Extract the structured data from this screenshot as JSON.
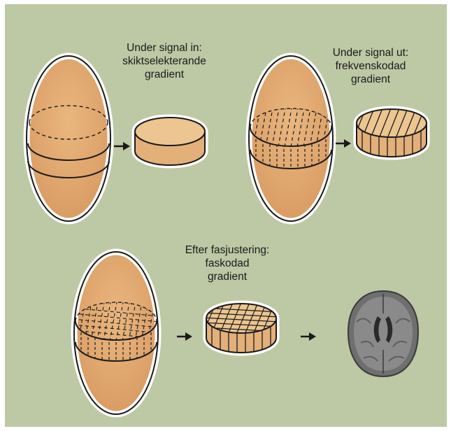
{
  "colors": {
    "background": "#bdc8a5",
    "ellipsoid": "#e1ad76",
    "disk": "#e9be87",
    "outline": "#ffffff",
    "stroke": "#1a1a1a"
  },
  "steps": [
    {
      "lines": [
        "Under signal in:",
        "skiktselekterande",
        "gradient"
      ],
      "disk_pattern": "none"
    },
    {
      "lines": [
        "Under signal ut:",
        "frekvenskodad",
        "gradient"
      ],
      "disk_pattern": "diagonal-stripes"
    },
    {
      "lines": [
        "Efter fasjustering:",
        "faskodad",
        "gradient"
      ],
      "disk_pattern": "grid"
    }
  ],
  "arrow_symbol": "→",
  "result_image": "brain-mri-slice"
}
